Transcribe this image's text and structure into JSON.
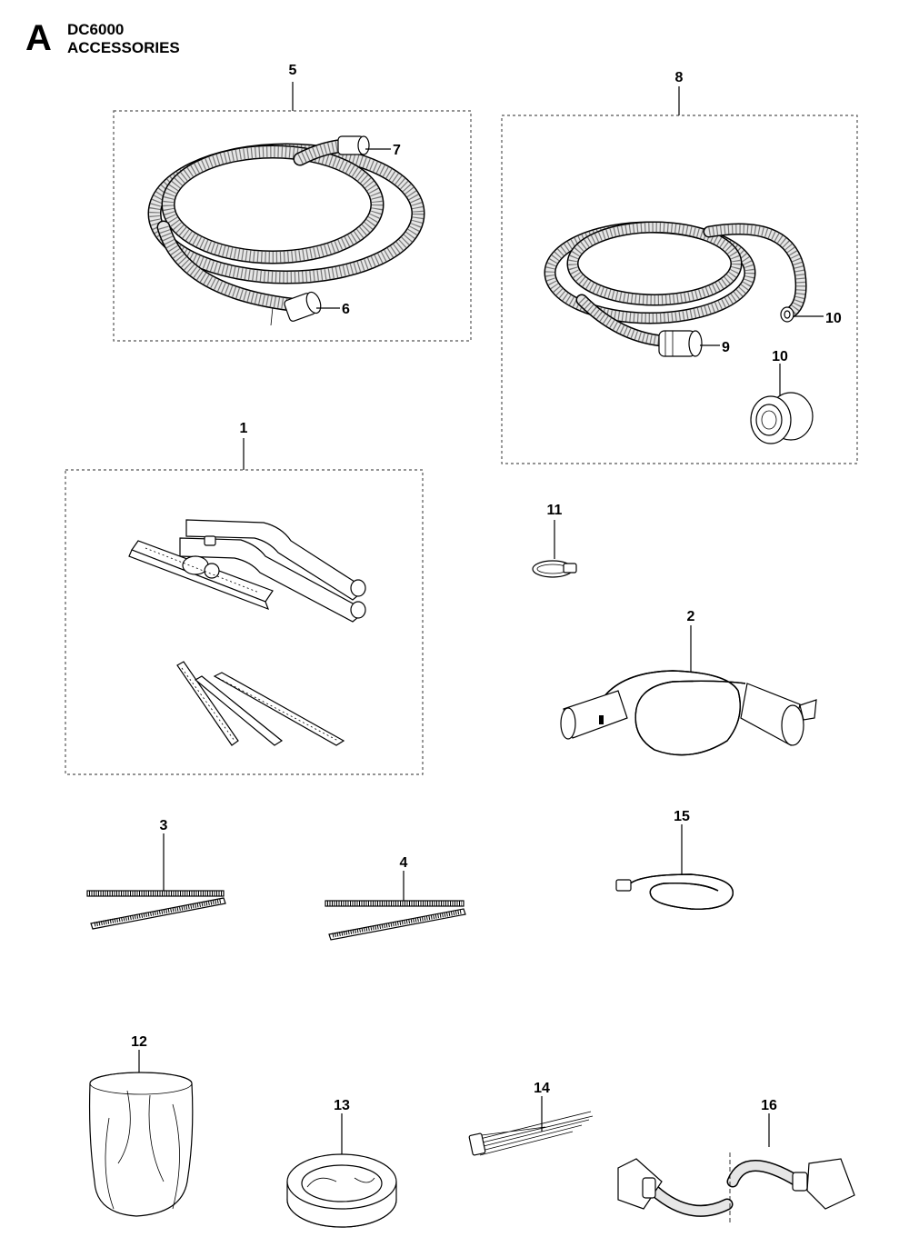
{
  "header": {
    "letter": "A",
    "model": "DC6000",
    "section": "ACCESSORIES"
  },
  "callouts": {
    "c1": "1",
    "c2": "2",
    "c3": "3",
    "c4": "4",
    "c5": "5",
    "c6": "6",
    "c7": "7",
    "c8": "8",
    "c9": "9",
    "c10a": "10",
    "c10b": "10",
    "c11": "11",
    "c12": "12",
    "c13": "13",
    "c14": "14",
    "c15": "15",
    "c16": "16"
  },
  "colors": {
    "ink": "#000000",
    "frame": "#555555",
    "part_fill": "#e6e6e6",
    "background": "#ffffff"
  }
}
